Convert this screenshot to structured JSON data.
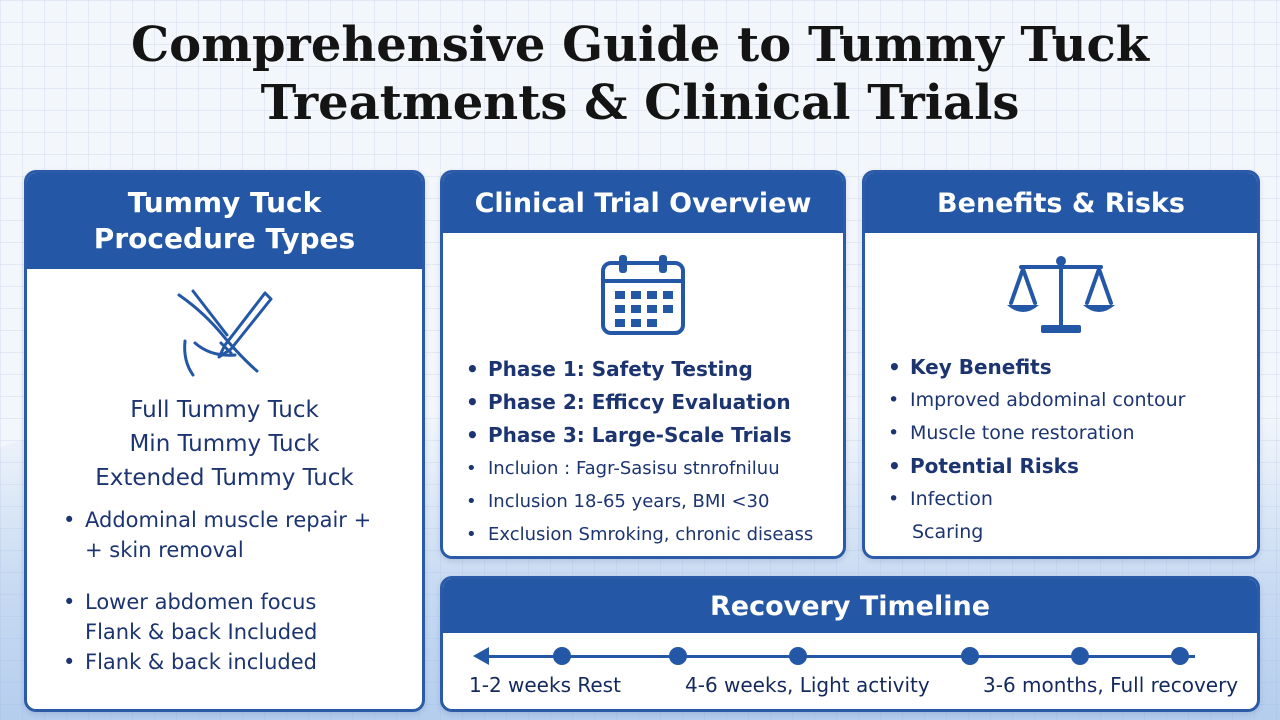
{
  "title": {
    "line1": "Comprehensive Guide to Tummy Tuck",
    "line2": "Treatments & Clinical Trials"
  },
  "procedure_types": {
    "heading_line1": "Tummy Tuck",
    "heading_line2": "Procedure Types",
    "icon": "scalpel-icon",
    "types": [
      "Full Tummy Tuck",
      "Min Tummy Tuck",
      "Extended Tummy Tuck"
    ],
    "details": [
      "Addominal muscle repair +",
      "+ skin removal",
      "Lower abdomen focus",
      "Flank & back Included",
      "Flank & back included"
    ]
  },
  "clinical_trials": {
    "heading": "Clinical Trial Overview",
    "icon": "calendar-icon",
    "phases": [
      "Phase 1: Safety Testing",
      "Phase 2: Efficcy Evaluation",
      "Phase 3: Large-Scale Trials"
    ],
    "criteria": [
      "Incluion : Fagr-Sasisu stnrofniluu",
      "Inclusion 18-65 years, BMI <30",
      "Exclusion Smroking, chronic diseass"
    ]
  },
  "benefits_risks": {
    "heading": "Benefits & Risks",
    "icon": "balance-scale-icon",
    "benefits_heading": "Key Benefits",
    "benefits": [
      "Improved abdominal contour",
      "Muscle tone restoration"
    ],
    "risks_heading": "Potential Risks",
    "risks": [
      "Infection",
      "Scaring"
    ]
  },
  "recovery": {
    "heading": "Recovery Timeline",
    "milestones": [
      "1-2 weeks Rest",
      "4-6 weeks, Light activity",
      "3-6 months, Full recovery"
    ]
  },
  "colors": {
    "accent": "#2457a5",
    "text_dark": "#1c3570",
    "title": "#141414"
  }
}
